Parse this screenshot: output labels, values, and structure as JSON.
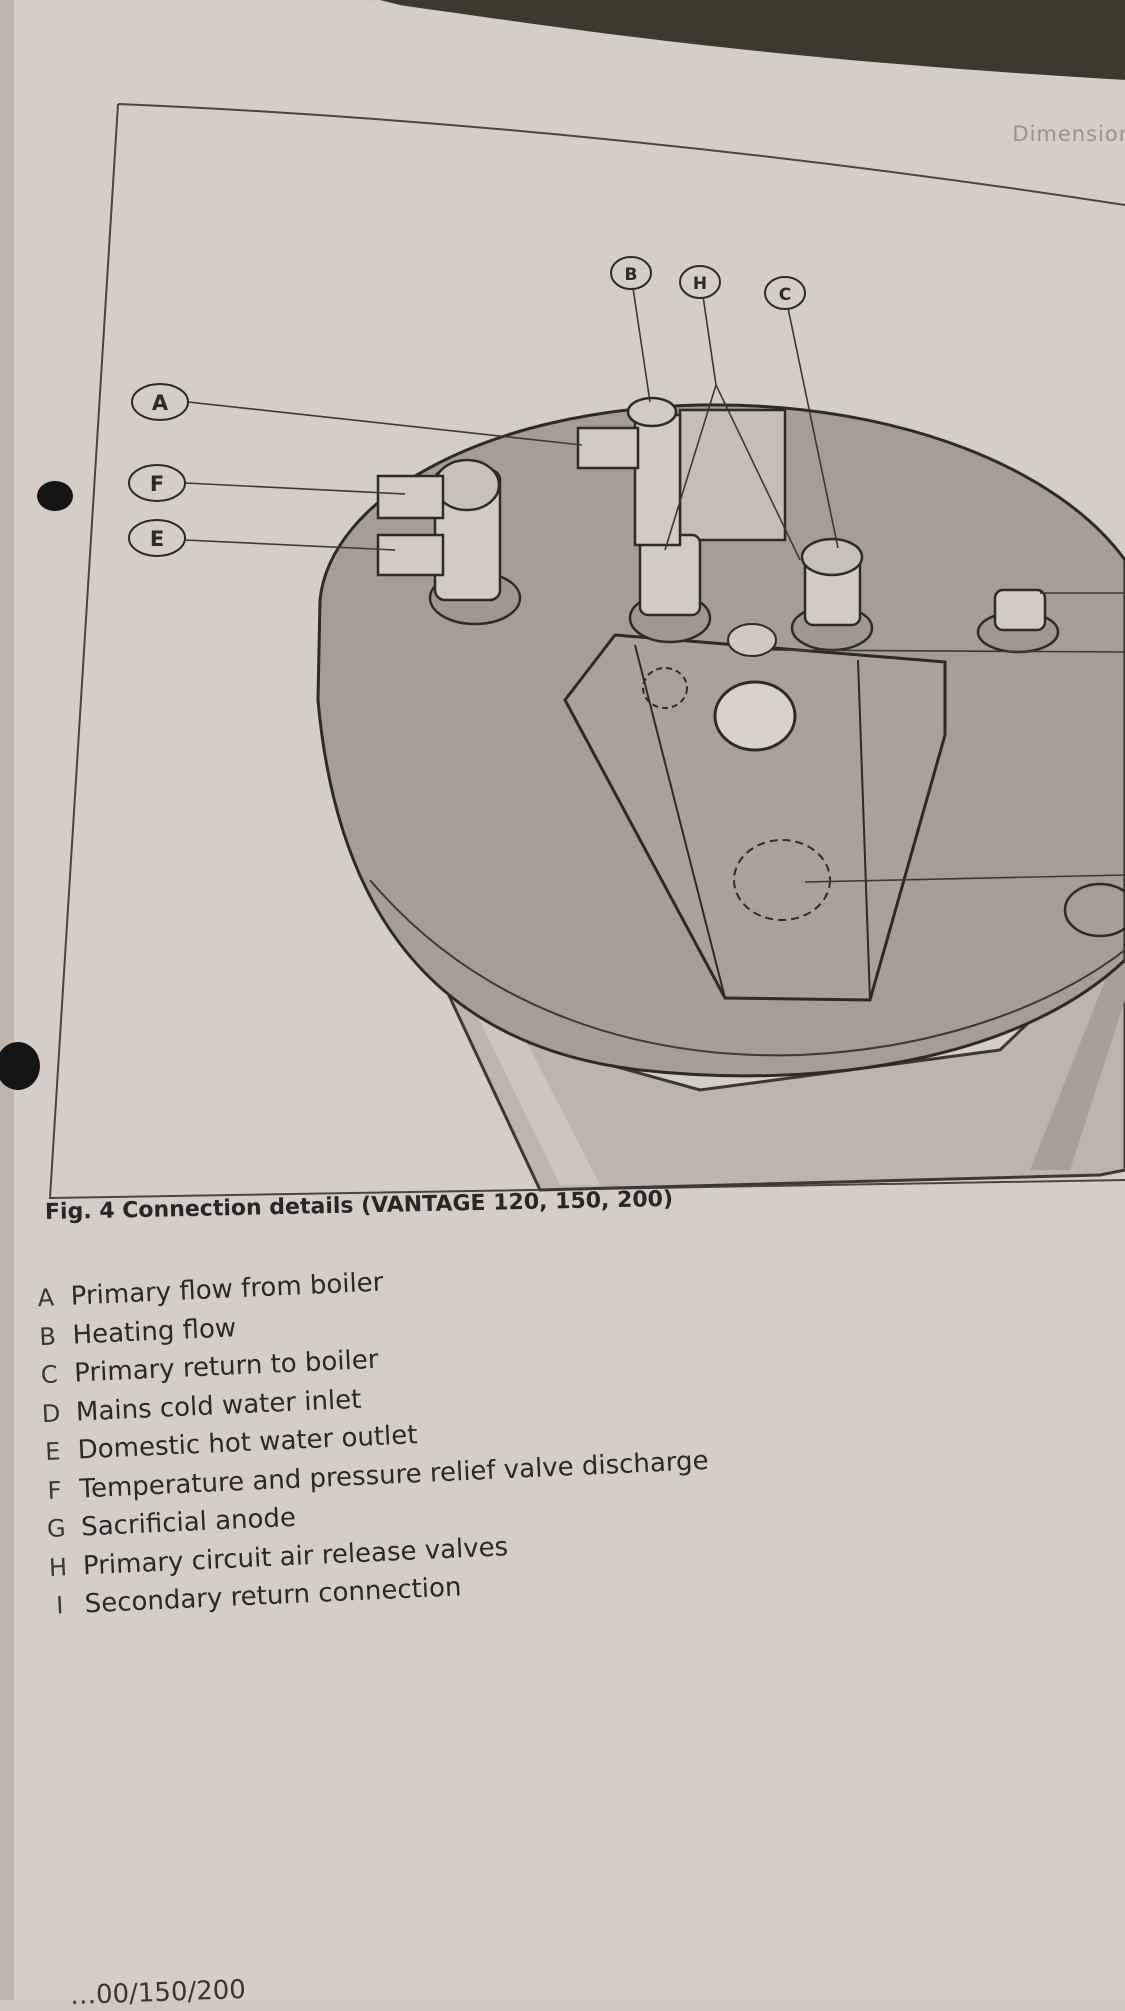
{
  "header": {
    "section": "Dimensions"
  },
  "figure": {
    "caption": "Fig. 4 Connection details (VANTAGE 120, 150, 200)",
    "callouts": [
      "A",
      "B",
      "H",
      "C",
      "F",
      "E"
    ]
  },
  "legend": [
    {
      "key": "A",
      "text": "Primary flow from boiler"
    },
    {
      "key": "B",
      "text": "Heating flow"
    },
    {
      "key": "C",
      "text": "Primary return to boiler"
    },
    {
      "key": "D",
      "text": "Mains cold water inlet"
    },
    {
      "key": "E",
      "text": "Domestic hot water outlet"
    },
    {
      "key": "F",
      "text": "Temperature and pressure relief valve discharge"
    },
    {
      "key": "G",
      "text": "Sacrificial anode"
    },
    {
      "key": "H",
      "text": "Primary circuit air release valves"
    },
    {
      "key": "I",
      "text": "Secondary return connection"
    }
  ],
  "footer": {
    "text": "…00/150/200"
  }
}
